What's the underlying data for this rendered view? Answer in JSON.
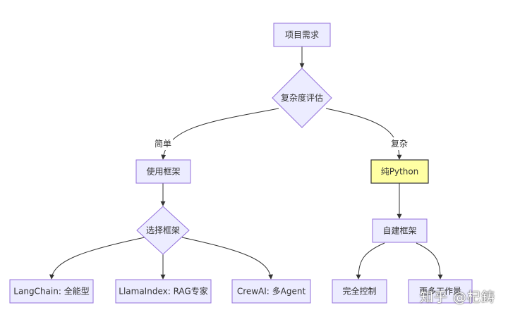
{
  "diagram": {
    "nodes": {
      "requirements": "项目需求",
      "evaluate": "复杂度评估",
      "use_framework": "使用框架",
      "pure_python": "纯Python",
      "choose_framework": "选择框架",
      "self_build": "自建框架",
      "langchain": "LangChain: 全能型",
      "llamaindex": "LlamaIndex: RAG专家",
      "crewai": "CrewAI: 多Agent",
      "full_control": "完全控制",
      "more_work": "更多工作量"
    },
    "edge_labels": {
      "simple": "简单",
      "complex": "复杂"
    },
    "colors": {
      "node_fill": "#ececff",
      "node_stroke": "#9370db",
      "highlight_fill": "#ffffa3",
      "line": "#333333"
    }
  },
  "watermark": "知乎 @杞鋳"
}
